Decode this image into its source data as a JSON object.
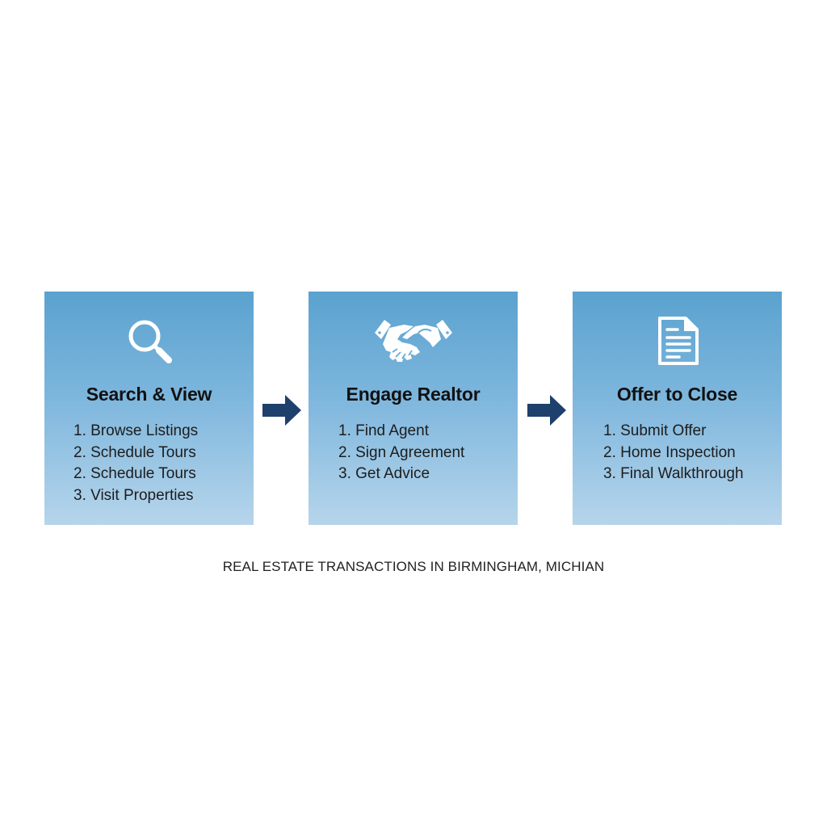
{
  "colors": {
    "card_top": "#5aa2cf",
    "card_bottom": "#b6d5eb",
    "arrow": "#1e406c",
    "icon": "#ffffff",
    "text": "#111111",
    "background": "#ffffff"
  },
  "cards": [
    {
      "icon": "magnifying-glass",
      "title": "Search & View",
      "steps": [
        "1. Browse Listings",
        "2. Schedule Tours",
        "2. Schedule Tours",
        "3. Visit Properties"
      ]
    },
    {
      "icon": "handshake",
      "title": "Engage Realtor",
      "steps": [
        "1. Find Agent",
        "2. Sign Agreement",
        "3. Get Advice"
      ]
    },
    {
      "icon": "document",
      "title": "Offer to Close",
      "steps": [
        "1. Submit Offer",
        "2. Home Inspection",
        "3. Final Walkthrough"
      ]
    }
  ],
  "arrows": [
    {
      "from": "Search & View",
      "to": "Engage Realtor",
      "icon": "arrow-right"
    },
    {
      "from": "Engage Realtor",
      "to": "Offer to Close",
      "icon": "arrow-right"
    }
  ],
  "caption": "REAL ESTATE TRANSACTIONS IN BIRMINGHAM, MICHIAN"
}
